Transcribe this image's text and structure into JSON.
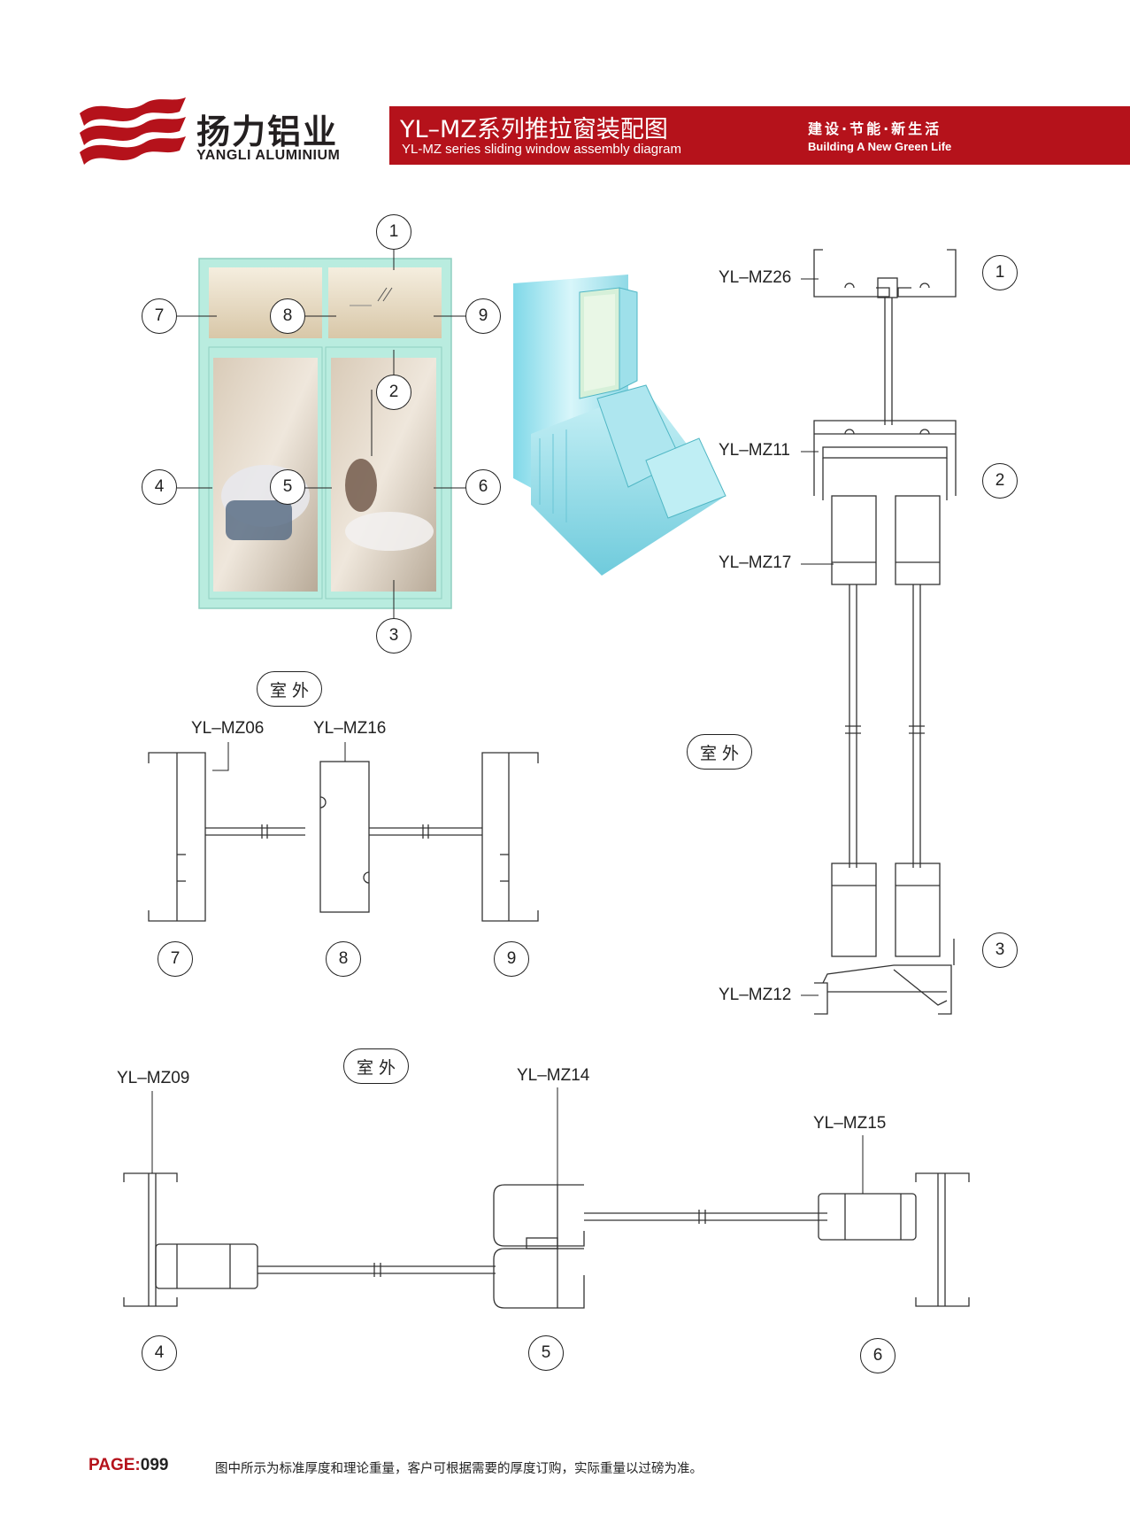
{
  "header": {
    "logo_cn": "扬力铝业",
    "logo_en": "YANGLI ALUMINIUM",
    "title_cn": "YL–MZ系列推拉窗装配图",
    "title_en": "YL-MZ series sliding window assembly diagram",
    "slogan_cn": "建设·节能·新生活",
    "slogan_en": "Building A New Green Life",
    "brand_color": "#b5121b"
  },
  "window_elevation": {
    "callouts": [
      "1",
      "2",
      "3",
      "4",
      "5",
      "6",
      "7",
      "8",
      "9"
    ],
    "frame_color": "#b9ecdf"
  },
  "vertical_section": {
    "outdoor_label": "室外",
    "profiles": [
      "YL–MZ26",
      "YL–MZ11",
      "YL–MZ17",
      "YL–MZ12"
    ],
    "callouts": [
      "1",
      "2",
      "3"
    ]
  },
  "transom_section": {
    "outdoor_label": "室外",
    "profiles": [
      "YL–MZ06",
      "YL–MZ16"
    ],
    "callouts": [
      "7",
      "8",
      "9"
    ]
  },
  "horizontal_section": {
    "outdoor_label": "室外",
    "profiles": [
      "YL–MZ09",
      "YL–MZ14",
      "YL–MZ15"
    ],
    "callouts": [
      "4",
      "5",
      "6"
    ]
  },
  "footer": {
    "page_label": "PAGE:",
    "page_number": "099",
    "note": "图中所示为标准厚度和理论重量，客户可根据需要的厚度订购，实际重量以过磅为准。"
  }
}
